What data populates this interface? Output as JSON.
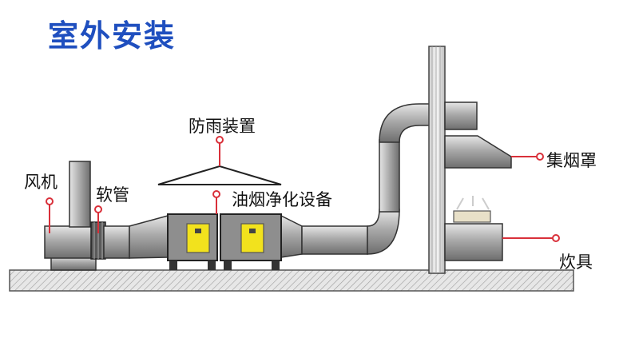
{
  "title": "室外安装",
  "labels": {
    "fan": "风机",
    "hose": "软管",
    "rain_guard": "防雨装置",
    "purifier": "油烟净化设备",
    "hood": "集烟罩",
    "stove": "炊具"
  },
  "colors": {
    "title": "#1f4fbf",
    "callout": "#d9303a",
    "duct": "#9a9a9a",
    "purifier_door": "#f2e21d",
    "ground": "#c8c8c8"
  }
}
